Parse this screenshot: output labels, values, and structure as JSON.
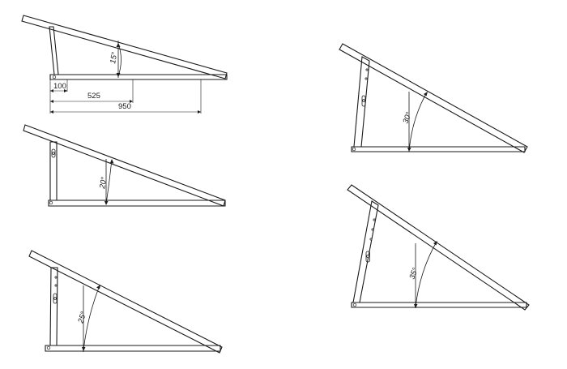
{
  "mounts": [
    {
      "id": "15",
      "angle_label": "15°"
    },
    {
      "id": "20",
      "angle_label": "20°"
    },
    {
      "id": "25",
      "angle_label": "25°"
    },
    {
      "id": "30",
      "angle_label": "30°"
    },
    {
      "id": "35",
      "angle_label": "35°"
    }
  ],
  "dimensions": {
    "short": "100",
    "mid": "525",
    "long": "950"
  }
}
